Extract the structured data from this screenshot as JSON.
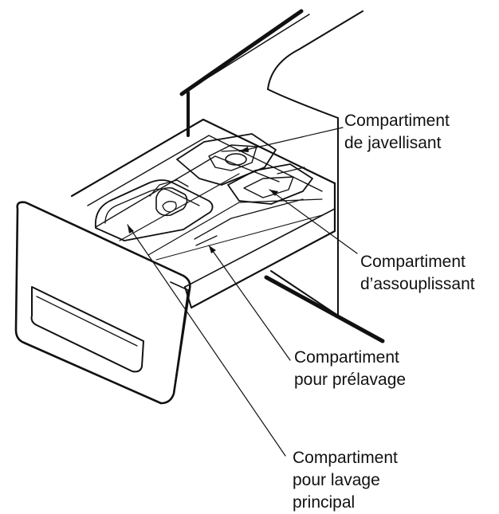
{
  "labels": {
    "bleach": {
      "line1": "Compartiment",
      "line2": "de javellisant"
    },
    "softener": {
      "line1": "Compartiment",
      "line2": "d’assouplissant"
    },
    "prewash": {
      "line1": "Compartiment",
      "line2": "pour prélavage"
    },
    "main_wash": {
      "line1": "Compartiment",
      "line2": "pour lavage",
      "line3": "principal"
    }
  },
  "colors": {
    "ink": "#111111",
    "background": "#ffffff"
  }
}
